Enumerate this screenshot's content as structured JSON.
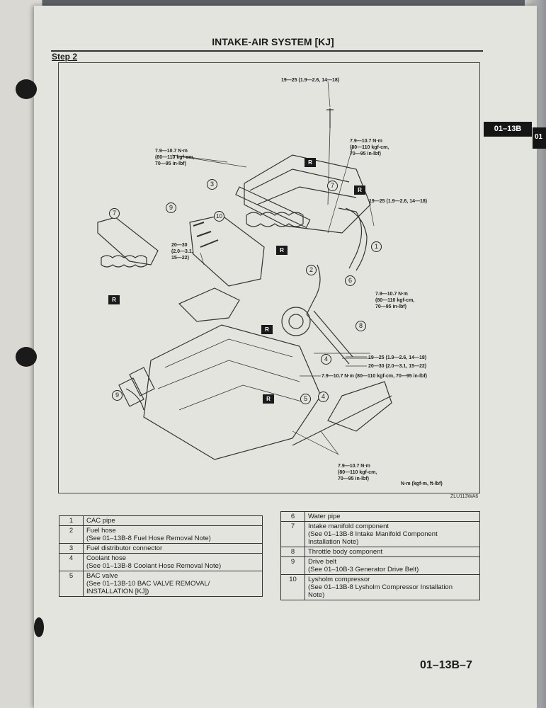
{
  "header": {
    "title": "INTAKE-AIR SYSTEM [KJ]",
    "step": "Step 2",
    "section_tab": "01–13B",
    "edge_tab": "01"
  },
  "diagram": {
    "reference_code": "ZLU113WA6",
    "unit_note": "N·m (kgf-m, ft-lbf)",
    "torque_labels": [
      {
        "text": "19—25 (1.9—2.6, 14—18)"
      },
      {
        "text": "7.9—10.7 N·m\n(80—110 kgf-cm,\n70—95 in-lbf)"
      },
      {
        "text": "7.9—10.7 N·m\n(80—110 kgf-cm,\n70—95 in-lbf)"
      },
      {
        "text": "19—25 (1.9—2.6, 14—18)"
      },
      {
        "text": "20—30\n(2.0—3.1,\n15—22)"
      },
      {
        "text": "7.9—10.7 N·m\n(80—110 kgf-cm,\n70—95 in-lbf)"
      },
      {
        "text": "19—25 (1.9—2.6, 14—18)"
      },
      {
        "text": "20—30 (2.0—3.1, 15—22)"
      },
      {
        "text": "7.9—10.7 N·m (80—110 kgf-cm, 70—95 in-lbf)"
      },
      {
        "text": "7.9—10.7 N·m\n(80—110 kgf-cm,\n70—95 in-lbf)"
      }
    ],
    "callouts": [
      "1",
      "2",
      "3",
      "4",
      "4",
      "5",
      "6",
      "7",
      "7",
      "8",
      "9",
      "9",
      "10"
    ],
    "replace_marker": "R"
  },
  "parts_left": [
    {
      "no": "1",
      "desc": "CAC pipe"
    },
    {
      "no": "2",
      "desc": "Fuel hose\n(See 01–13B-8 Fuel Hose Removal Note)"
    },
    {
      "no": "3",
      "desc": "Fuel distributor connector"
    },
    {
      "no": "4",
      "desc": "Coolant hose\n(See 01–13B-8 Coolant Hose Removal Note)"
    },
    {
      "no": "5",
      "desc": "BAC valve\n(See 01–13B-10 BAC VALVE REMOVAL/\nINSTALLATION [KJ])"
    }
  ],
  "parts_right": [
    {
      "no": "6",
      "desc": "Water pipe"
    },
    {
      "no": "7",
      "desc": "Intake manifold component\n(See 01–13B-8 Intake Manifold Component\nInstallation Note)"
    },
    {
      "no": "8",
      "desc": "Throttle body component"
    },
    {
      "no": "9",
      "desc": "Drive belt\n(See 01–10B-3 Generator Drive Belt)"
    },
    {
      "no": "10",
      "desc": "Lysholm compressor\n(See 01–13B-8 Lysholm Compressor Installation\nNote)"
    }
  ],
  "footer": {
    "page_number": "01–13B–7"
  }
}
